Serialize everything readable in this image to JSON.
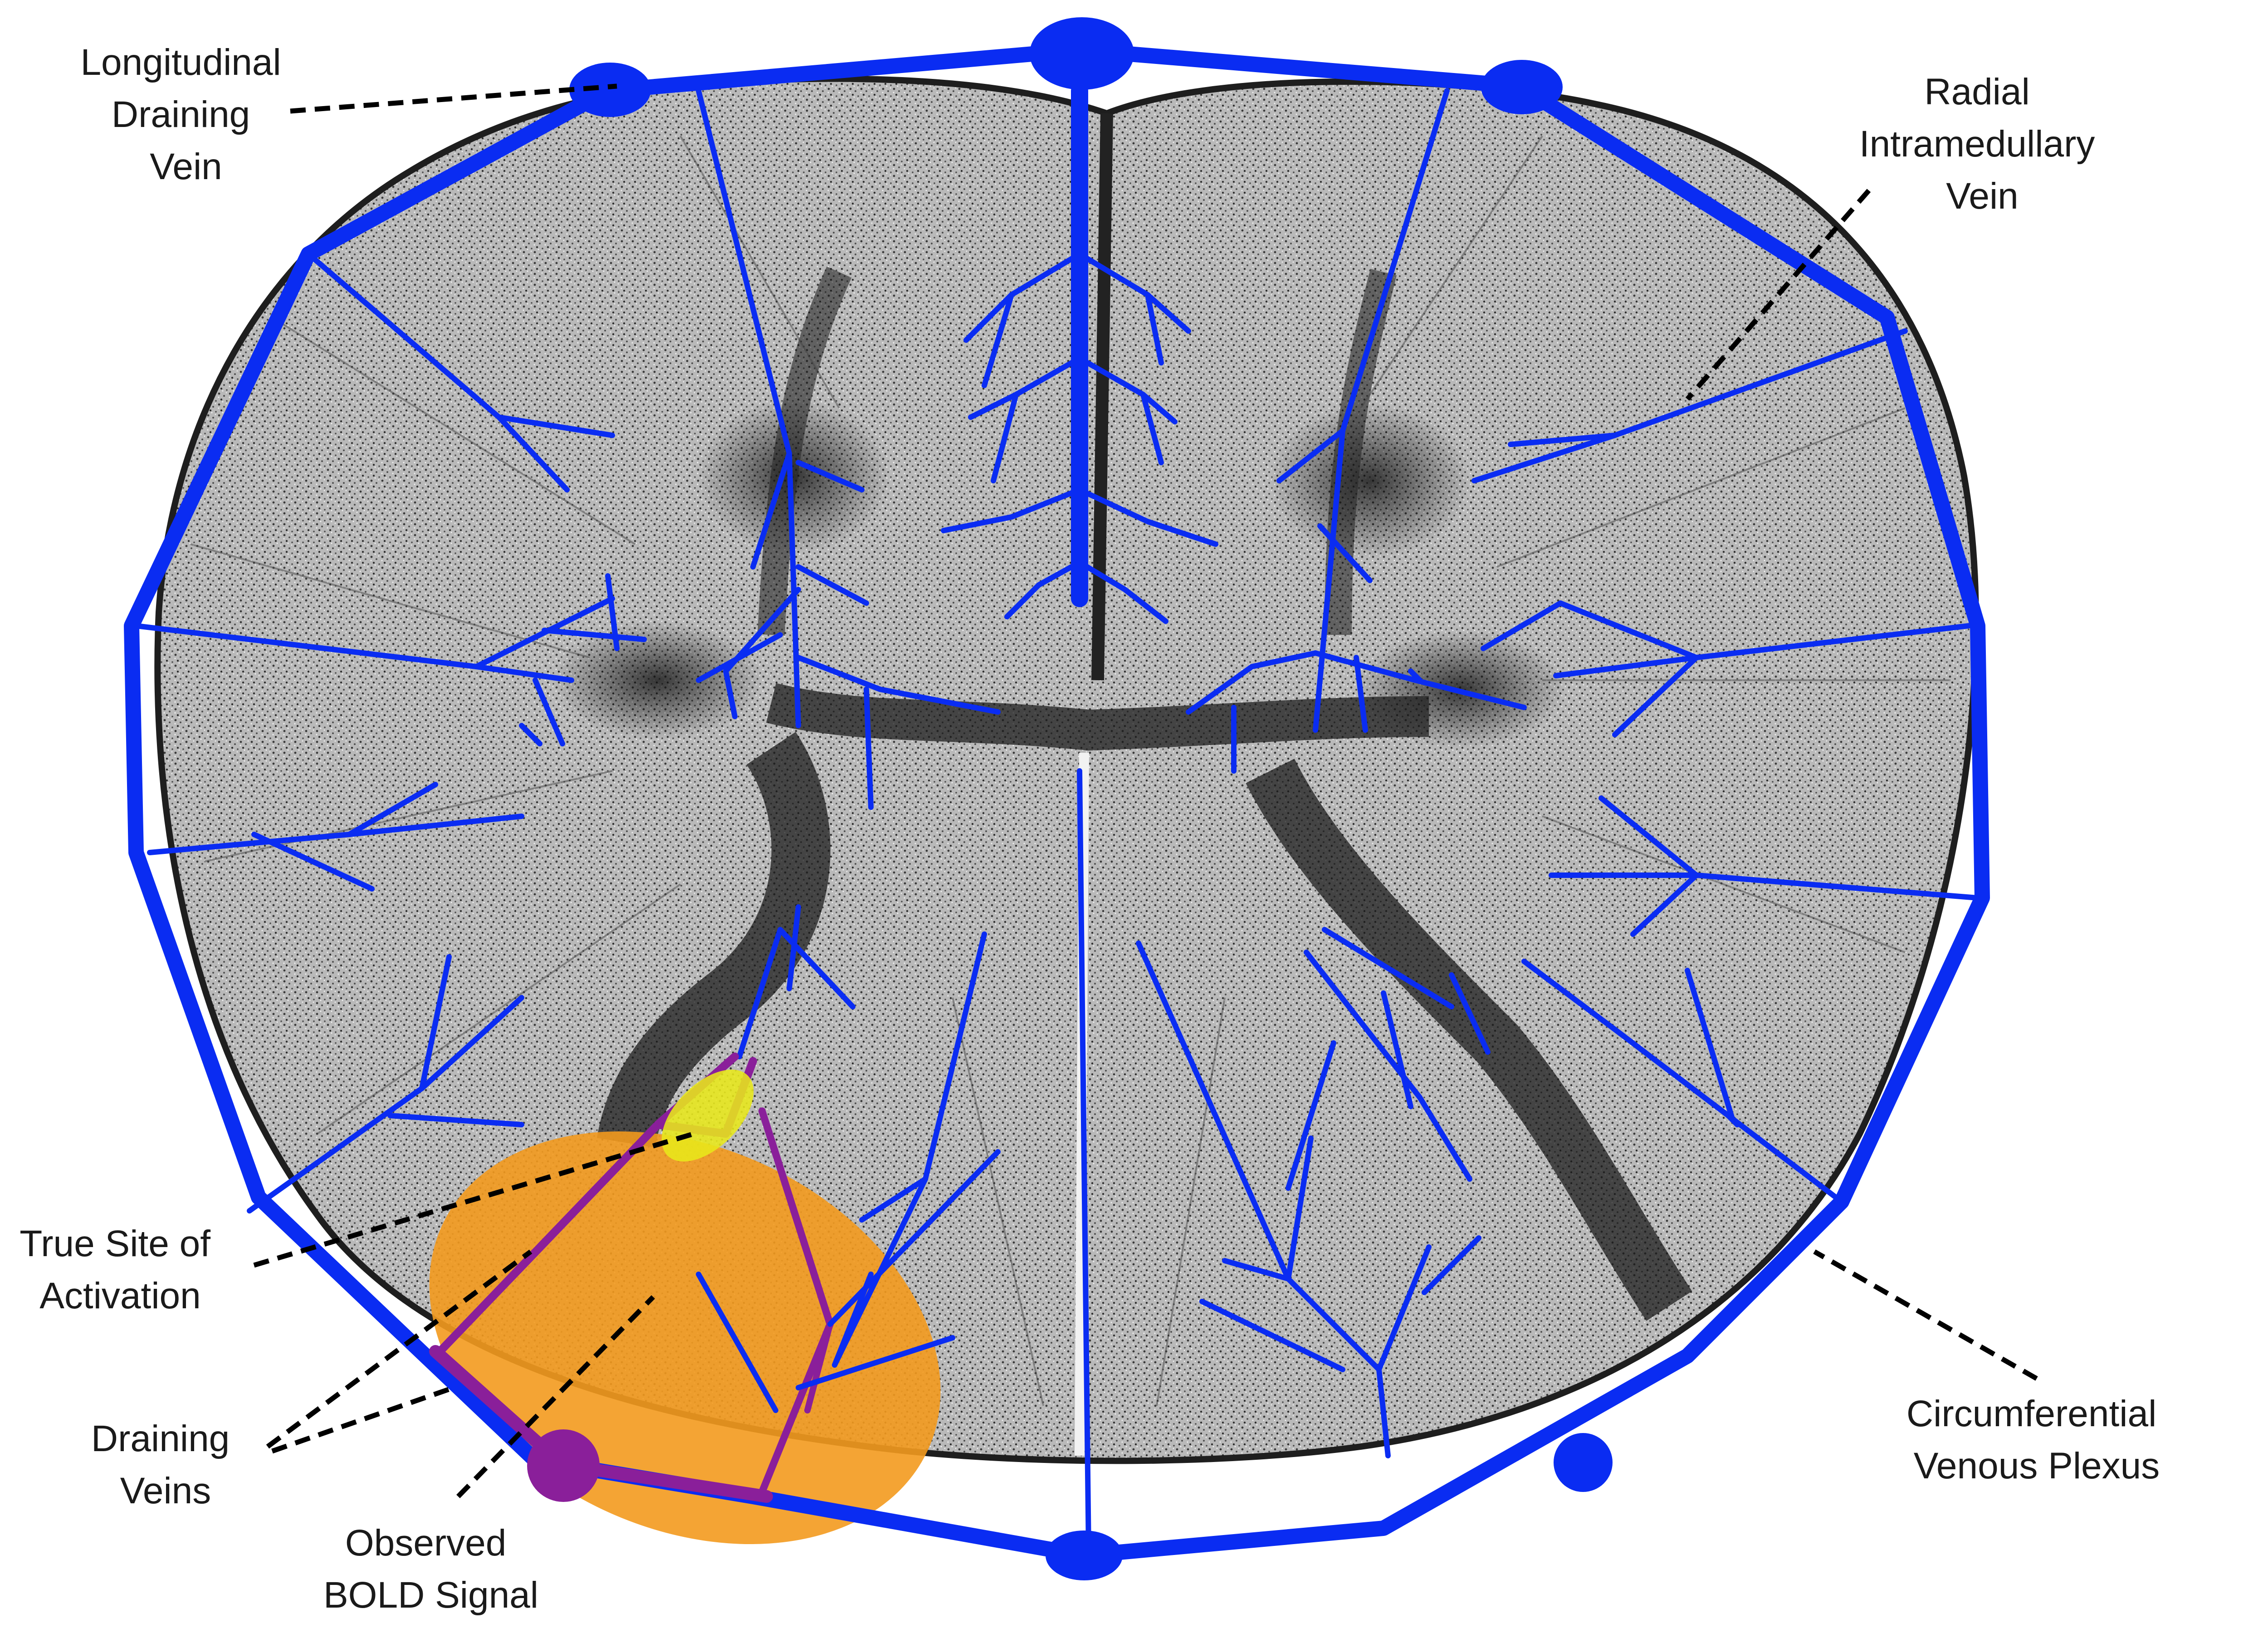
{
  "diagram": {
    "labels": {
      "longitudinal_draining_vein": [
        "Longitudinal",
        "Draining",
        "Vein"
      ],
      "radial_intramedullary_vein": [
        "Radial",
        "Intramedullary",
        "Vein"
      ],
      "true_site_of_activation": [
        "True Site of",
        "Activation"
      ],
      "draining_veins": [
        "Draining",
        "Veins"
      ],
      "observed_bold_signal": [
        "Observed",
        "BOLD Signal"
      ],
      "circumferential_venous_plexus": [
        "Circumferential",
        "Venous Plexus"
      ]
    },
    "colors": {
      "vein": "#0a2cf2",
      "draining_vein": "#8a1f9a",
      "bold_signal": "#f39a1e",
      "activation_site": "#e8e81a",
      "gray_matter": "#2b2b2b",
      "white_matter": "#9a9a9a",
      "leader_line": "#000000"
    }
  }
}
